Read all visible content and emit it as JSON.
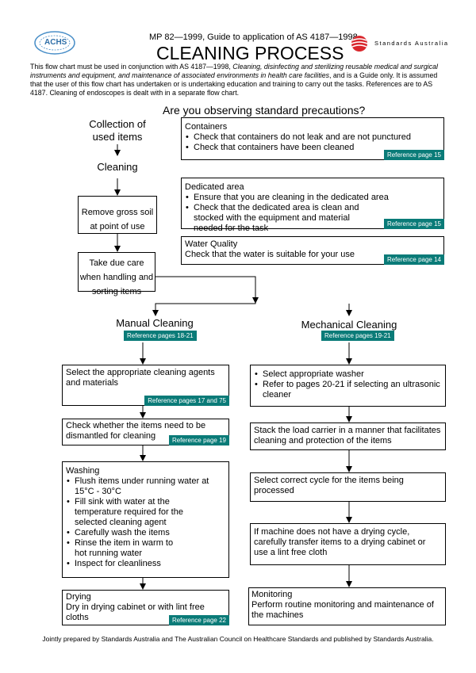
{
  "header": {
    "logo_left_text": "ACHS",
    "subtitle": "MP 82—1999, Guide to application of AS 4187—1998",
    "title": "CLEANING PROCESS",
    "sa_logo_text": "Standards Australia"
  },
  "intro": {
    "part1": "This flow chart must be used in conjunction with AS 4187—1998, ",
    "part_italic": "Cleaning, disinfecting and sterilizing reusable medical and surgical instruments and equipment, and maintenance of associated environments in health care facilities",
    "part2": ", and is a Guide only. It is assumed that the user of this flow chart has undertaken or is undertaking education and training to carry out the tasks. References are to AS 4187. Cleaning of endoscopes is dealt with in a separate flow chart."
  },
  "question": "Are you observing standard precautions?",
  "left_flow": {
    "collection": "Collection of used items",
    "cleaning": "Cleaning",
    "remove_soil": "Remove gross soil at point of use",
    "due_care": "Take due care when handling and sorting items"
  },
  "containers": {
    "title": "Containers",
    "items": [
      "Check that containers do not leak and are not punctured",
      "Check that containers have been cleaned"
    ],
    "ref": "Reference page 15"
  },
  "dedicated_area": {
    "title": "Dedicated area",
    "items": [
      "Ensure that you are cleaning in the dedicated area",
      "Check that the dedicated area is clean and stocked with the equipment and material needed for the task"
    ],
    "ref": "Reference page 15"
  },
  "water_quality": {
    "title": "Water Quality",
    "text": "Check that the water is suitable for your use",
    "ref": "Reference page 14"
  },
  "manual": {
    "heading": "Manual Cleaning",
    "ref": "Reference pages 18-21",
    "agents": {
      "text": "Select the appropriate cleaning agents and materials",
      "ref": "Reference pages 17 and 75"
    },
    "dismantle": {
      "text": "Check whether the items need to be dismantled for cleaning",
      "ref": "Reference page 19"
    },
    "washing": {
      "title": "Washing",
      "items": [
        "Flush items under running water at 15°C - 30°C",
        "Fill sink with water at the temperature required for the selected cleaning agent",
        "Carefully wash the items",
        "Rinse the item in warm to hot running water",
        "Inspect for cleanliness"
      ]
    },
    "drying": {
      "title": "Drying",
      "text": "Dry in drying cabinet or with lint free cloths",
      "ref": "Reference page 22"
    }
  },
  "mechanical": {
    "heading": "Mechanical Cleaning",
    "ref": "Reference pages 19-21",
    "washer_items": [
      "Select appropriate washer",
      "Refer to pages 20-21 if selecting an ultrasonic cleaner"
    ],
    "stack": "Stack the load carrier in a manner that facilitates cleaning and protection of the items",
    "cycle": "Select correct cycle for the items being processed",
    "drying": "If machine does not have a drying cycle, carefully transfer items to a drying cabinet or use a lint free cloth",
    "monitoring": {
      "title": "Monitoring",
      "text": "Perform routine monitoring and maintenance of the machines"
    }
  },
  "footer": "Jointly prepared by Standards Australia and The Australian Council on Healthcare Standards and published by Standards Australia."
}
